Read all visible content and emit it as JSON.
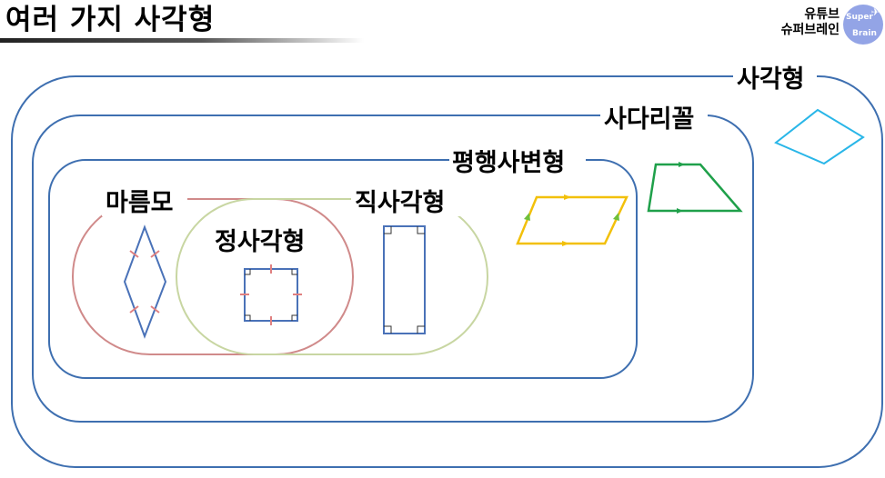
{
  "title": "여러 가지 사각형",
  "brand": {
    "line1": "유튜브",
    "line2": "슈퍼브레인",
    "badge_top": "Super",
    "badge_bottom": "Brain"
  },
  "labels": {
    "quadrilateral": "사각형",
    "trapezoid": "사다리꼴",
    "parallelogram": "평행사변형",
    "rhombus": "마름모",
    "rectangle": "직사각형",
    "square": "정사각형"
  },
  "colors": {
    "outer_frames": "#3e6fb0",
    "rhombus_region": "#d08a8a",
    "rectangle_region": "#c8d6a2",
    "shape_stroke": "#4a72b8",
    "tick_marks": "#e08080",
    "parallelogram": "#f2c00a",
    "parallel_arrows": "#6fbf3a",
    "trapezoid": "#1fa04a",
    "quadrilateral_shape": "#29b6e8"
  }
}
